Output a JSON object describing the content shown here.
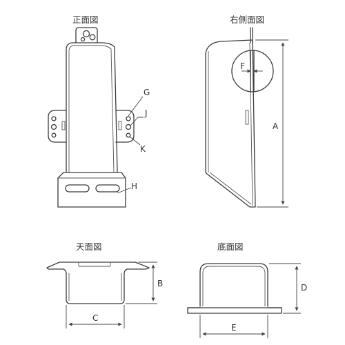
{
  "views": {
    "front": "正面図",
    "side": "右側面図",
    "top": "天面図",
    "bottom": "底面図"
  },
  "labels": {
    "A": "A",
    "B": "B",
    "C": "C",
    "D": "D",
    "E": "E",
    "F": "F",
    "G": "G",
    "H": "H",
    "J": "J",
    "K": "K"
  }
}
